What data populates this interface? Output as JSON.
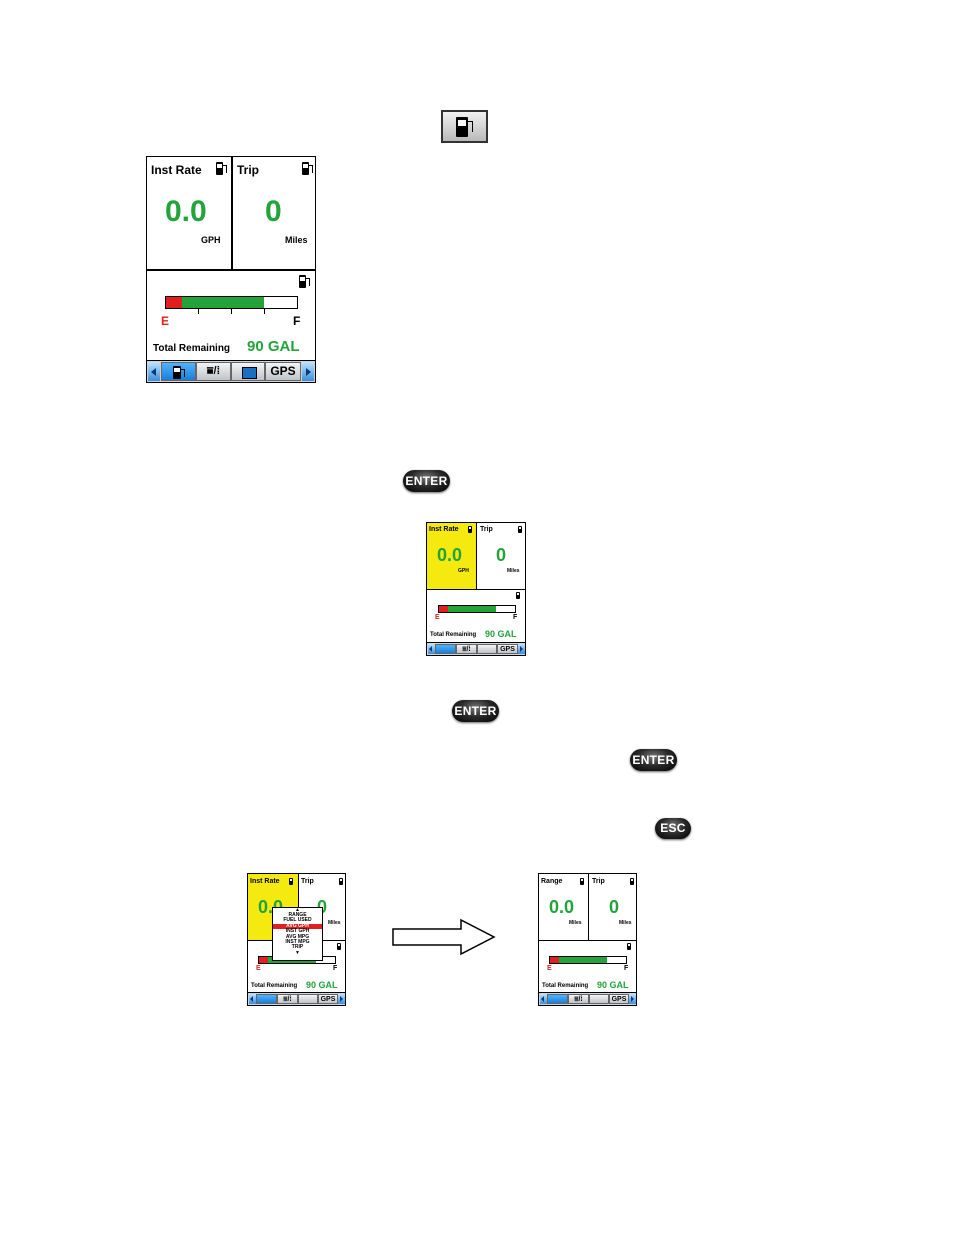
{
  "screen": {
    "left_label": "Inst Rate",
    "right_label": "Trip",
    "left_value": "0.0",
    "right_value": "0",
    "left_unit": "GPH",
    "right_unit": "Miles",
    "gauge_empty": "E",
    "gauge_full": "F",
    "gauge_level": 0.6,
    "remaining_label": "Total Remaining",
    "remaining_value": "90 GAL",
    "tabs": {
      "gps": "GPS"
    }
  },
  "result_screen": {
    "left_label": "Range",
    "left_unit": "Miles"
  },
  "menu": {
    "items": [
      "RANGE",
      "FUEL USED",
      "AVG GPH",
      "INST GPH",
      "AVG MPG",
      "INST MPG",
      "TRIP"
    ],
    "selected": "AVG GPH"
  },
  "keys": {
    "enter": "ENTER",
    "esc": "ESC"
  },
  "colors": {
    "value_green": "#22a43a",
    "empty_red": "#e02020",
    "highlight_yellow": "#f4ea10",
    "tab_blue": "#1a7fd6"
  },
  "icons": [
    "fuel-pump-icon",
    "chevron-left-icon",
    "chevron-right-icon",
    "arrow-right-icon"
  ]
}
